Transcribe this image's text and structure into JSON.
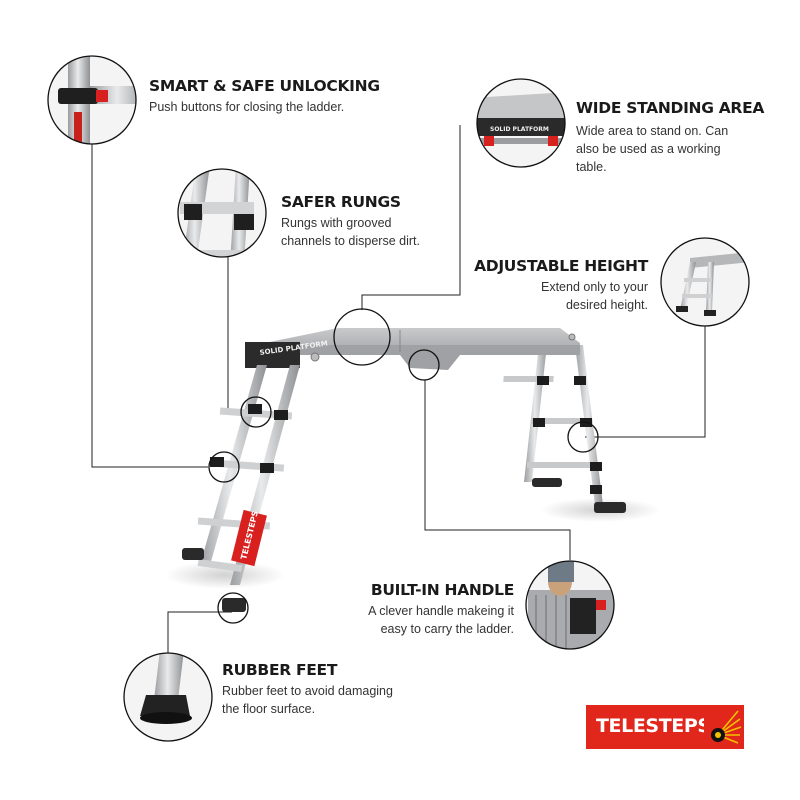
{
  "callouts": [
    {
      "id": "unlocking",
      "title": "SMART & SAFE UNLOCKING",
      "text": "Push buttons for closing the ladder."
    },
    {
      "id": "standing",
      "title": "WIDE STANDING AREA",
      "lines": [
        "Wide area to stand on. Can",
        "also be used as a working",
        "table."
      ]
    },
    {
      "id": "rungs",
      "title": "SAFER RUNGS",
      "lines": [
        "Rungs with grooved",
        "channels to disperse dirt."
      ]
    },
    {
      "id": "height",
      "title": "ADJUSTABLE HEIGHT",
      "lines": [
        "Extend only to your",
        "desired height."
      ]
    },
    {
      "id": "handle",
      "title": "BUILT-IN HANDLE",
      "lines": [
        "A clever handle makeing it",
        "easy to carry the ladder."
      ]
    },
    {
      "id": "feet",
      "title": "RUBBER FEET",
      "lines": [
        "Rubber feet to avoid damaging",
        "the floor surface."
      ]
    }
  ],
  "product": {
    "platform_label": "SOLID PLATFORM",
    "side_label": "TELESTEPS"
  },
  "brand": {
    "logo_text": "TELESTEPS",
    "color": "#e1261c"
  }
}
